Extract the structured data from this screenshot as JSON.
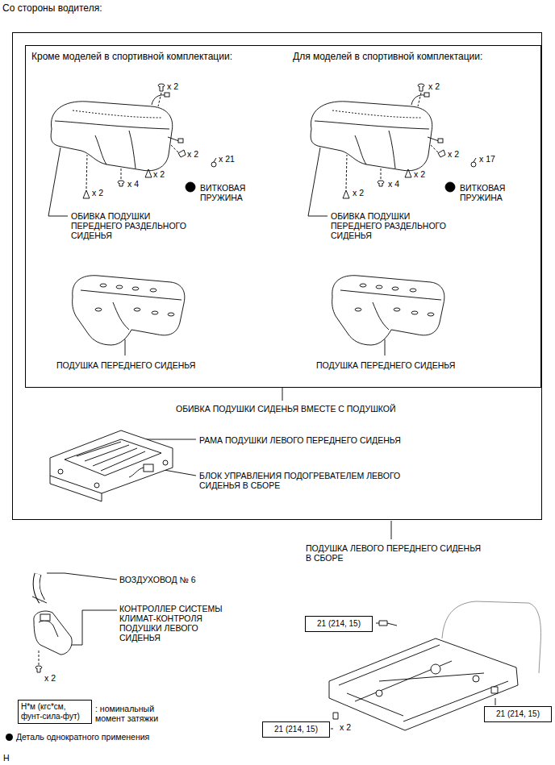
{
  "diagram": {
    "title": "Со стороны водителя:",
    "nodes": [
      {
        "text": [
          "ПОДУШКА ЛЕВОГО ПЕРЕДНЕГО СИДЕНЬЯ В СБОРЕ"
        ]
      },
      {
        "text": [
          "Кроме моделей в спортивной комплектации:",
          "Для моделей в спортивной комплектации:",
          "ОБИВКА ПОДУШКИ СИДЕНЬЯ ВМЕСТЕ С ПОДУШКОЙ"
        ],
        "in": 0
      },
      {
        "text": [
          "21 (214, 15)"
        ]
      },
      {
        "text": [
          "21 (214, 15)"
        ]
      },
      {
        "text": [
          "21 (214, 15)"
        ]
      }
    ],
    "labels": [
      "x 2",
      "x 2",
      "x 21",
      "ВИТКОВАЯ ПРУЖИНА",
      "x 2",
      "x 4",
      "x 2",
      "ОБИВКА ПОДУШКИ ПЕРЕДНЕГО РАЗДЕЛЬНОГО СИДЕНЬЯ",
      "x 2",
      "x 2",
      "x 17",
      "ВИТКОВАЯ ПРУЖИНА",
      "x 2",
      "x 4",
      "x 2",
      "ОБИВКА ПОДУШКИ ПЕРЕДНЕГО РАЗДЕЛЬНОГО СИДЕНЬЯ",
      "ПОДУШКА ПЕРЕДНЕГО СИДЕНЬЯ",
      "ПОДУШКА ПЕРЕДНЕГО СИДЕНЬЯ",
      "РАМА ПОДУШКИ ЛЕВОГО ПЕРЕДНЕГО СИДЕНЬЯ",
      "БЛОК УПРАВЛЕНИЯ ПОДОГРЕВАТЕЛЕМ ЛЕВОГО СИДЕНЬЯ В СБОРЕ",
      "ВОЗДУХОВОД № 6",
      "КОНТРОЛЛЕР СИСТЕМЫ КЛИМАТ-КОНТРОЛЯ ПОДУШКИ ЛЕВОГО СИДЕНЬЯ",
      "x 2",
      "x 2",
      "Н*м (кгс*см, фунт-сила-фут)",
      "H"
    ],
    "legend": [
      {
        "text": ": номинальный момент затяжки"
      },
      {
        "text": "Деталь однократного применения"
      }
    ]
  }
}
